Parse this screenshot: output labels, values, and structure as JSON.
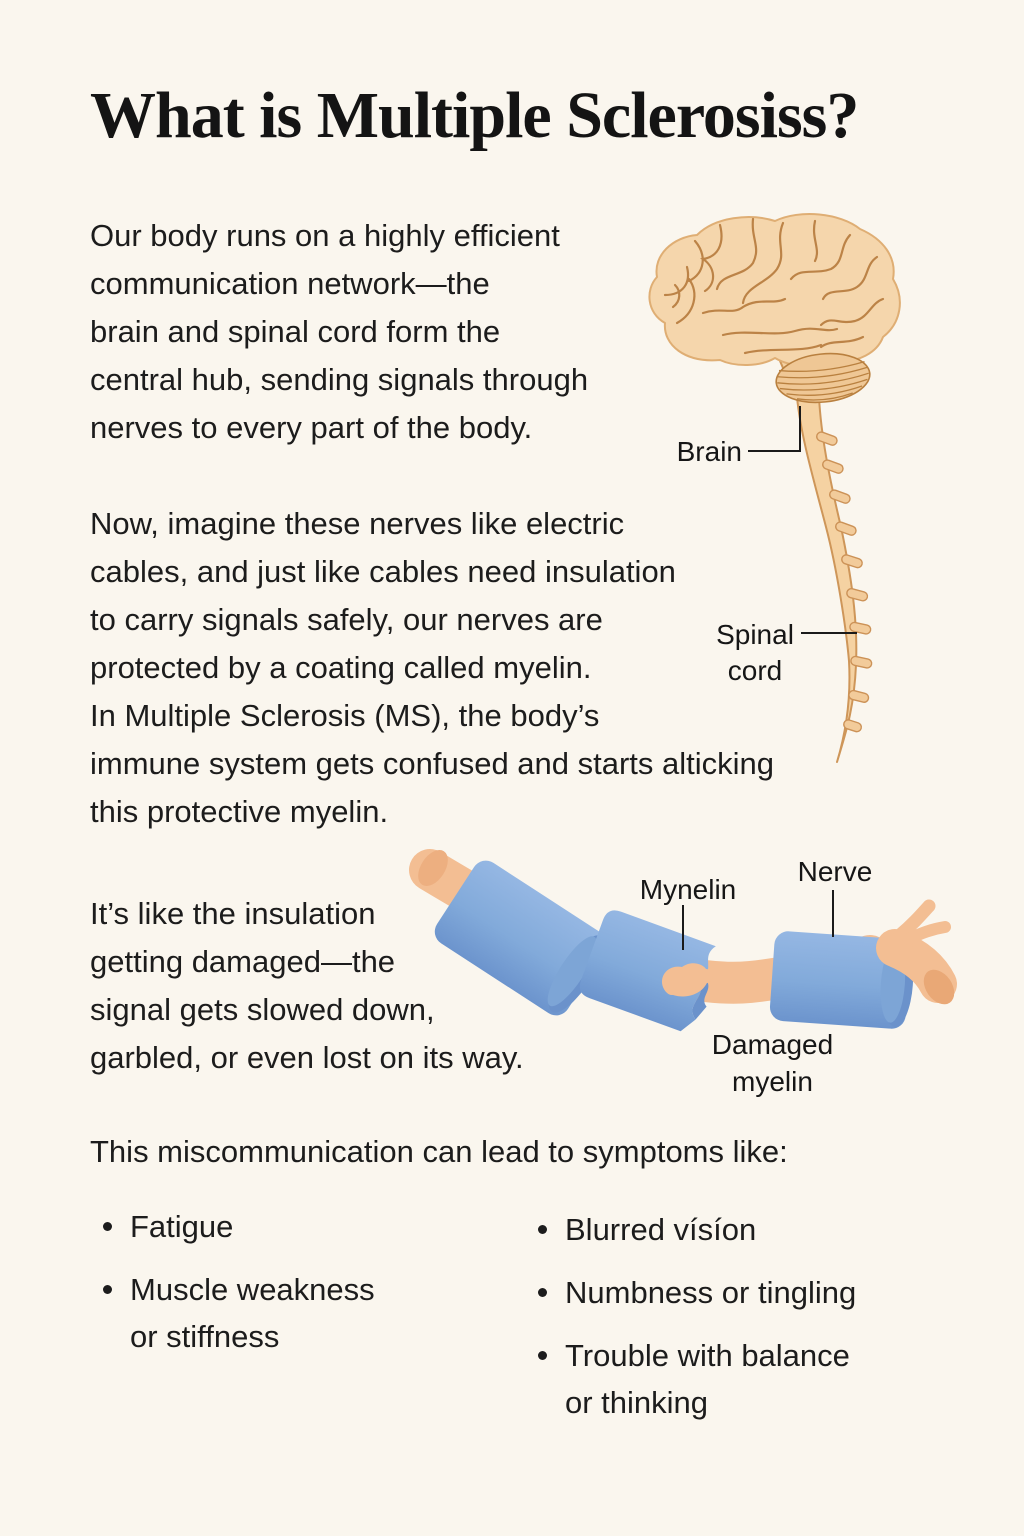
{
  "title": "What is Multiple Sclerosiss?",
  "paragraphs": {
    "intro": "Our body runs on a highly efficient\ncommunication network—the\nbrain and spinal cord form the\ncentral hub, sending signals through\nnerves to every part of the body.",
    "myelin": "Now, imagine these nerves like electric\ncables, and just like cables need insulation\nto carry signals safely, our nerves are\nprotected by a coating called myelin.\nIn Multiple Sclerosis (MS), the body’s\nimmune system gets confused and starts alticking\nthis protective myelin.",
    "damage": "It’s like the insulation\ngetting damaged—the\nsignal gets slowed down,\ngarbled, or even lost on its way."
  },
  "brain_figure": {
    "brain_label": "Brain",
    "spinal_cord_label": "Spinal\ncord"
  },
  "nerve_figure": {
    "myelin_label": "Mynelin",
    "nerve_label": "Nerve",
    "damaged_label": "Damaged\nmyelin"
  },
  "symptoms": {
    "intro": "This miscommunication can lead to symptoms like:",
    "left": [
      "Fatigue",
      "Muscle weakness\nor stiffness"
    ],
    "right": [
      "Blurred vísíon",
      "Numbness or tingling",
      "Trouble with balance\nor thinking"
    ]
  },
  "colors": {
    "background": "#FAF6EE",
    "text": "#1C1C1C",
    "brain_tan": "#F5D6AC",
    "outline_brown": "#BC8347",
    "myelin_blue": "#82AADA",
    "axon_peach": "#F3BE93"
  }
}
